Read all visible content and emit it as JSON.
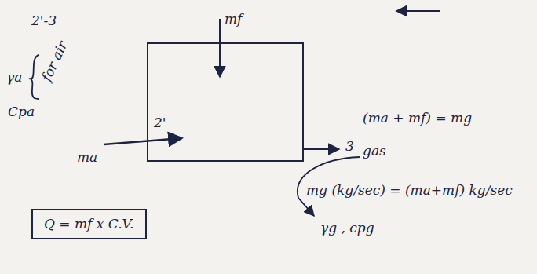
{
  "diagram": {
    "nodes": [
      {
        "text": [
          "Q = mf x C.V."
        ]
      }
    ],
    "labels": [
      "2'-3",
      "for air",
      "γa",
      "Cpa",
      "mf",
      "2'",
      "ma",
      "3",
      "(ma + mf) = mg",
      "gas",
      "mg (kg/sec) = (ma+mf) kg/sec",
      "γg , cpg"
    ]
  }
}
